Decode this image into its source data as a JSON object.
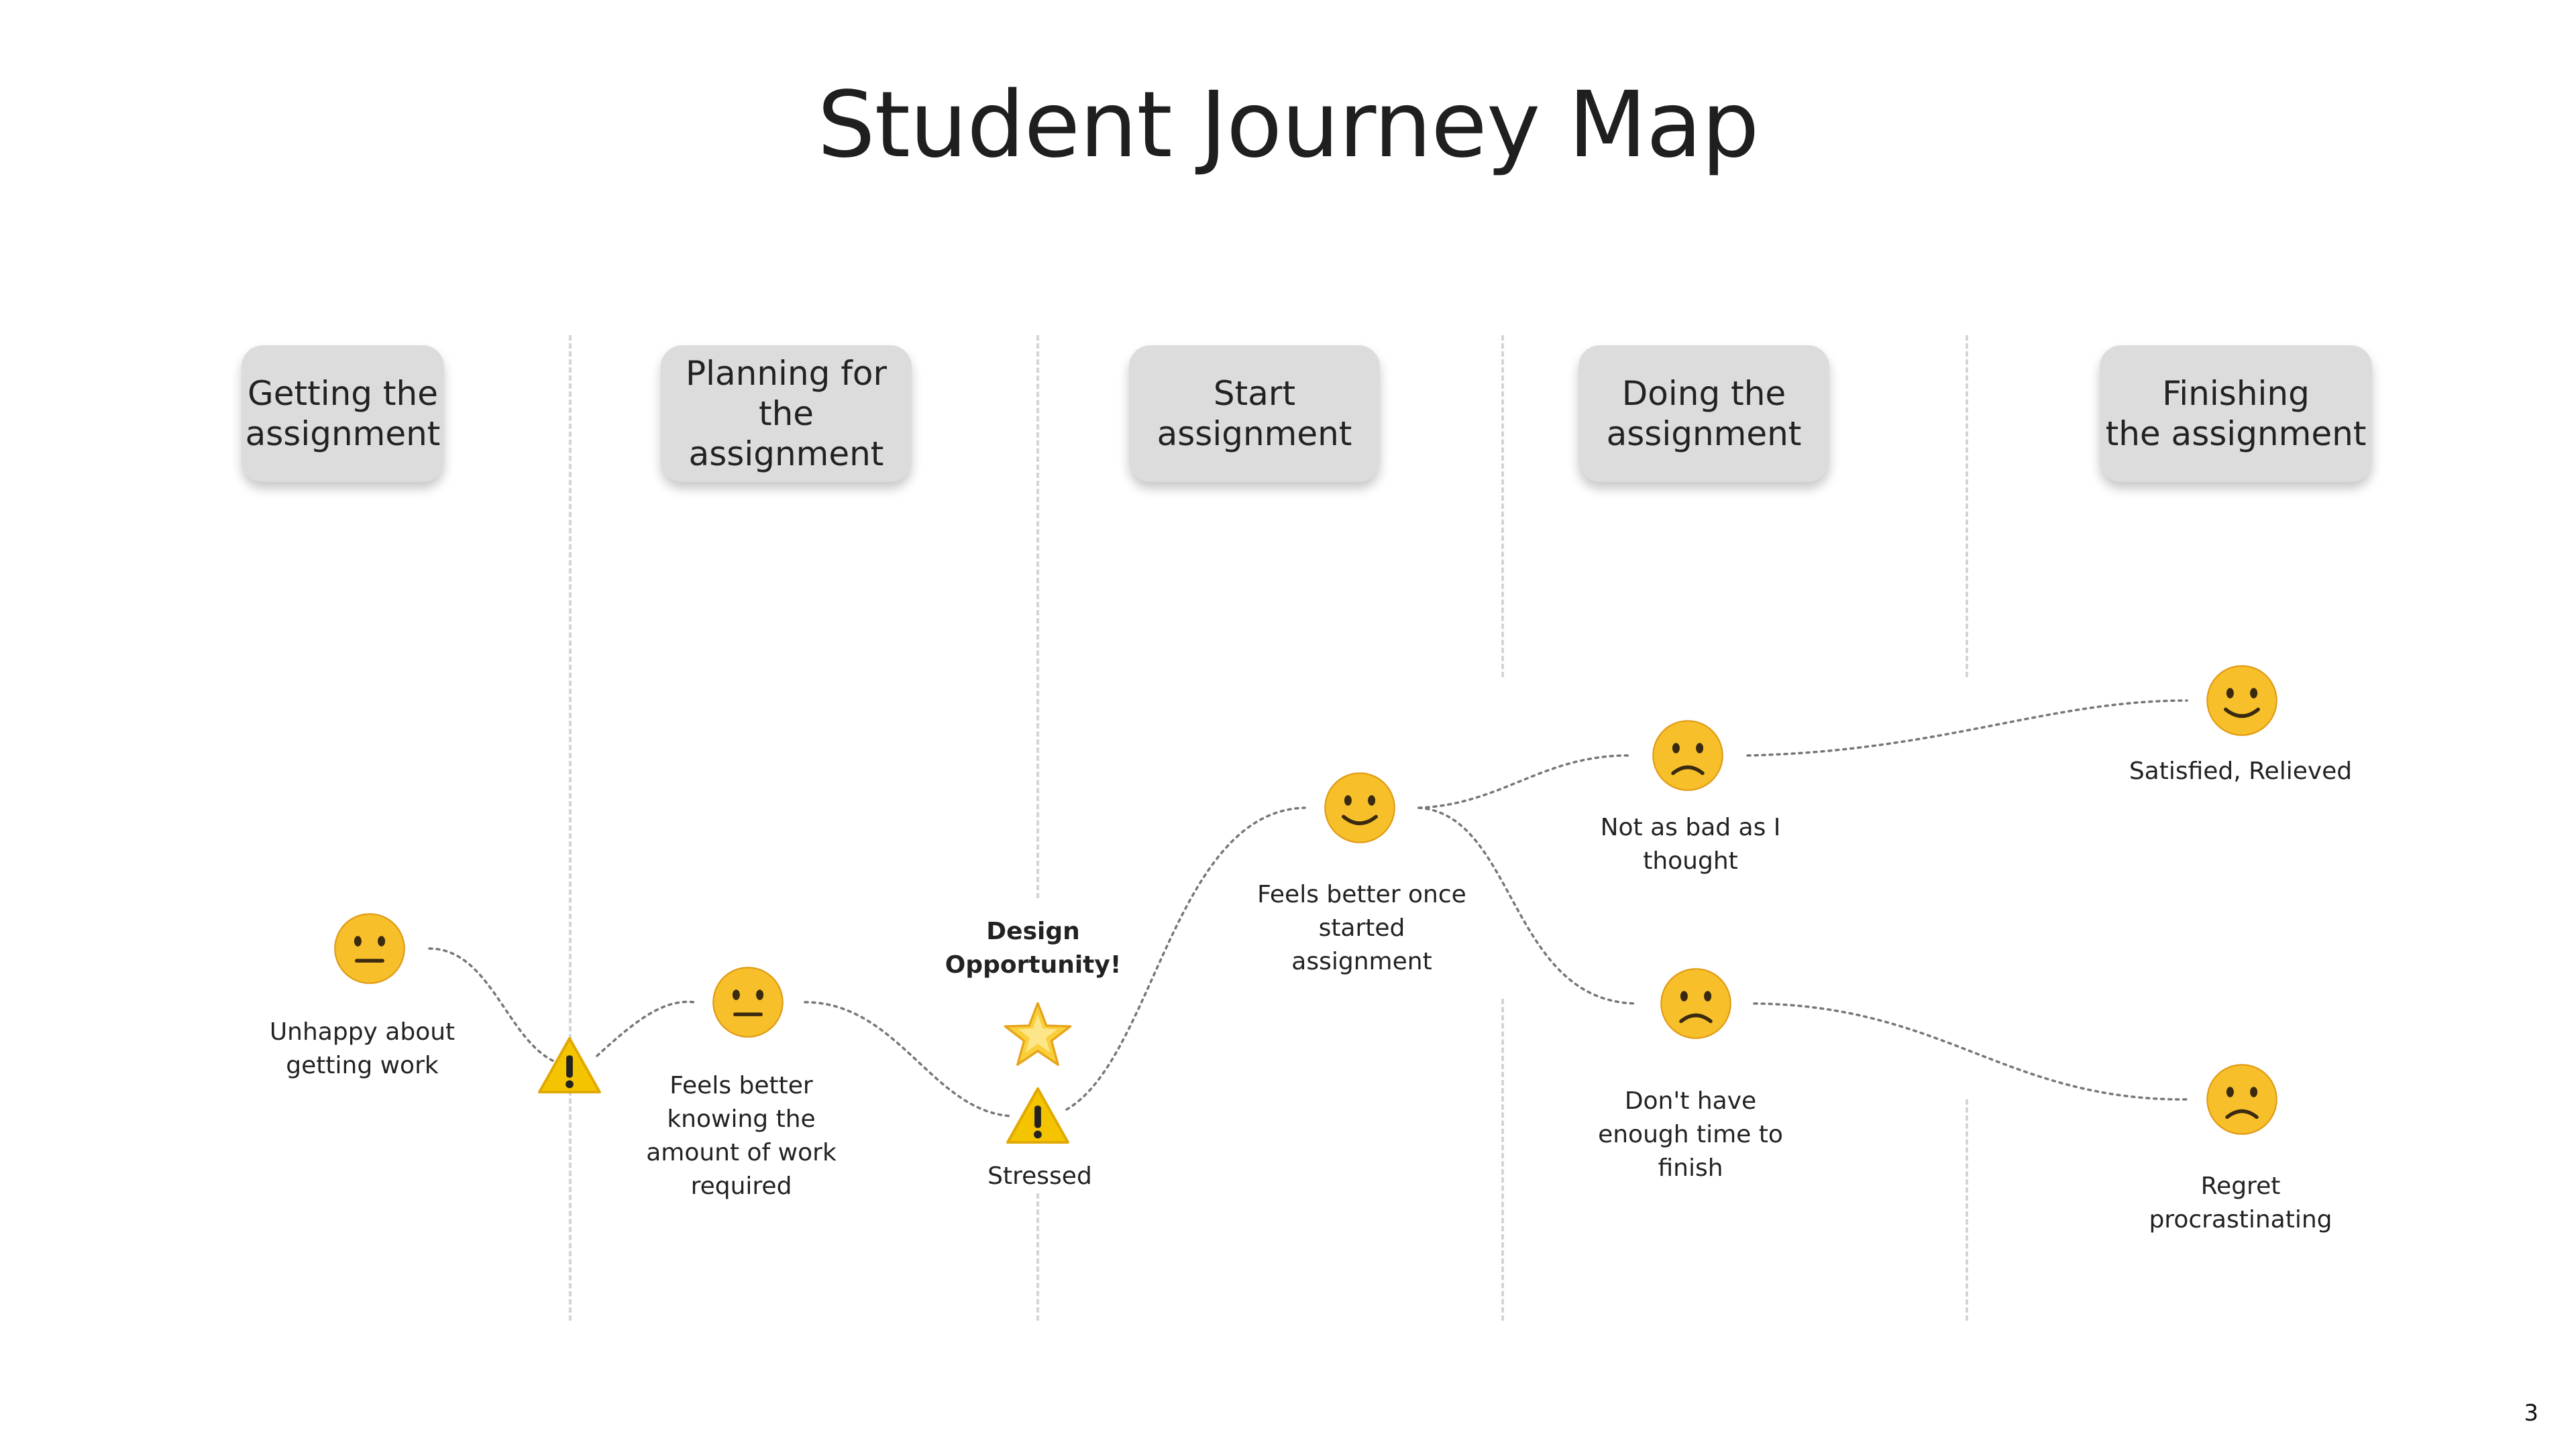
{
  "title": "Student Journey Map",
  "page_number": "3",
  "stages": [
    {
      "label": "Getting the\nassignment"
    },
    {
      "label": "Planning for\nthe assignment"
    },
    {
      "label": "Start\nassignment"
    },
    {
      "label": "Doing the\nassignment"
    },
    {
      "label": "Finishing\nthe assignment"
    }
  ],
  "moments": [
    {
      "emoji": "neutral-face-icon",
      "caption": "Unhappy about\ngetting work"
    },
    {
      "emoji": "warning-icon",
      "caption": ""
    },
    {
      "emoji": "neutral-face-icon",
      "caption": "Feels better\nknowing the\namount of work\nrequired"
    },
    {
      "emoji": "warning-icon",
      "caption": "Stressed"
    },
    {
      "emoji": "smiling-face-icon",
      "caption": "Feels better once\nstarted\nassignment"
    },
    {
      "emoji": "frowning-face-icon",
      "caption": "Not as bad as I\nthought"
    },
    {
      "emoji": "frowning-face-icon",
      "caption": "Don't have\nenough time to\nfinish"
    },
    {
      "emoji": "smiling-face-icon",
      "caption": "Satisfied, Relieved"
    },
    {
      "emoji": "frowning-face-icon",
      "caption": "Regret\nprocrastinating"
    }
  ],
  "design_opportunity": {
    "label": "Design\nOpportunity!",
    "icon": "glowing-star-icon"
  },
  "colors": {
    "emoji_face": "#f7c02b",
    "stage_box": "#dcdcdc",
    "warning": "#f5c400"
  }
}
